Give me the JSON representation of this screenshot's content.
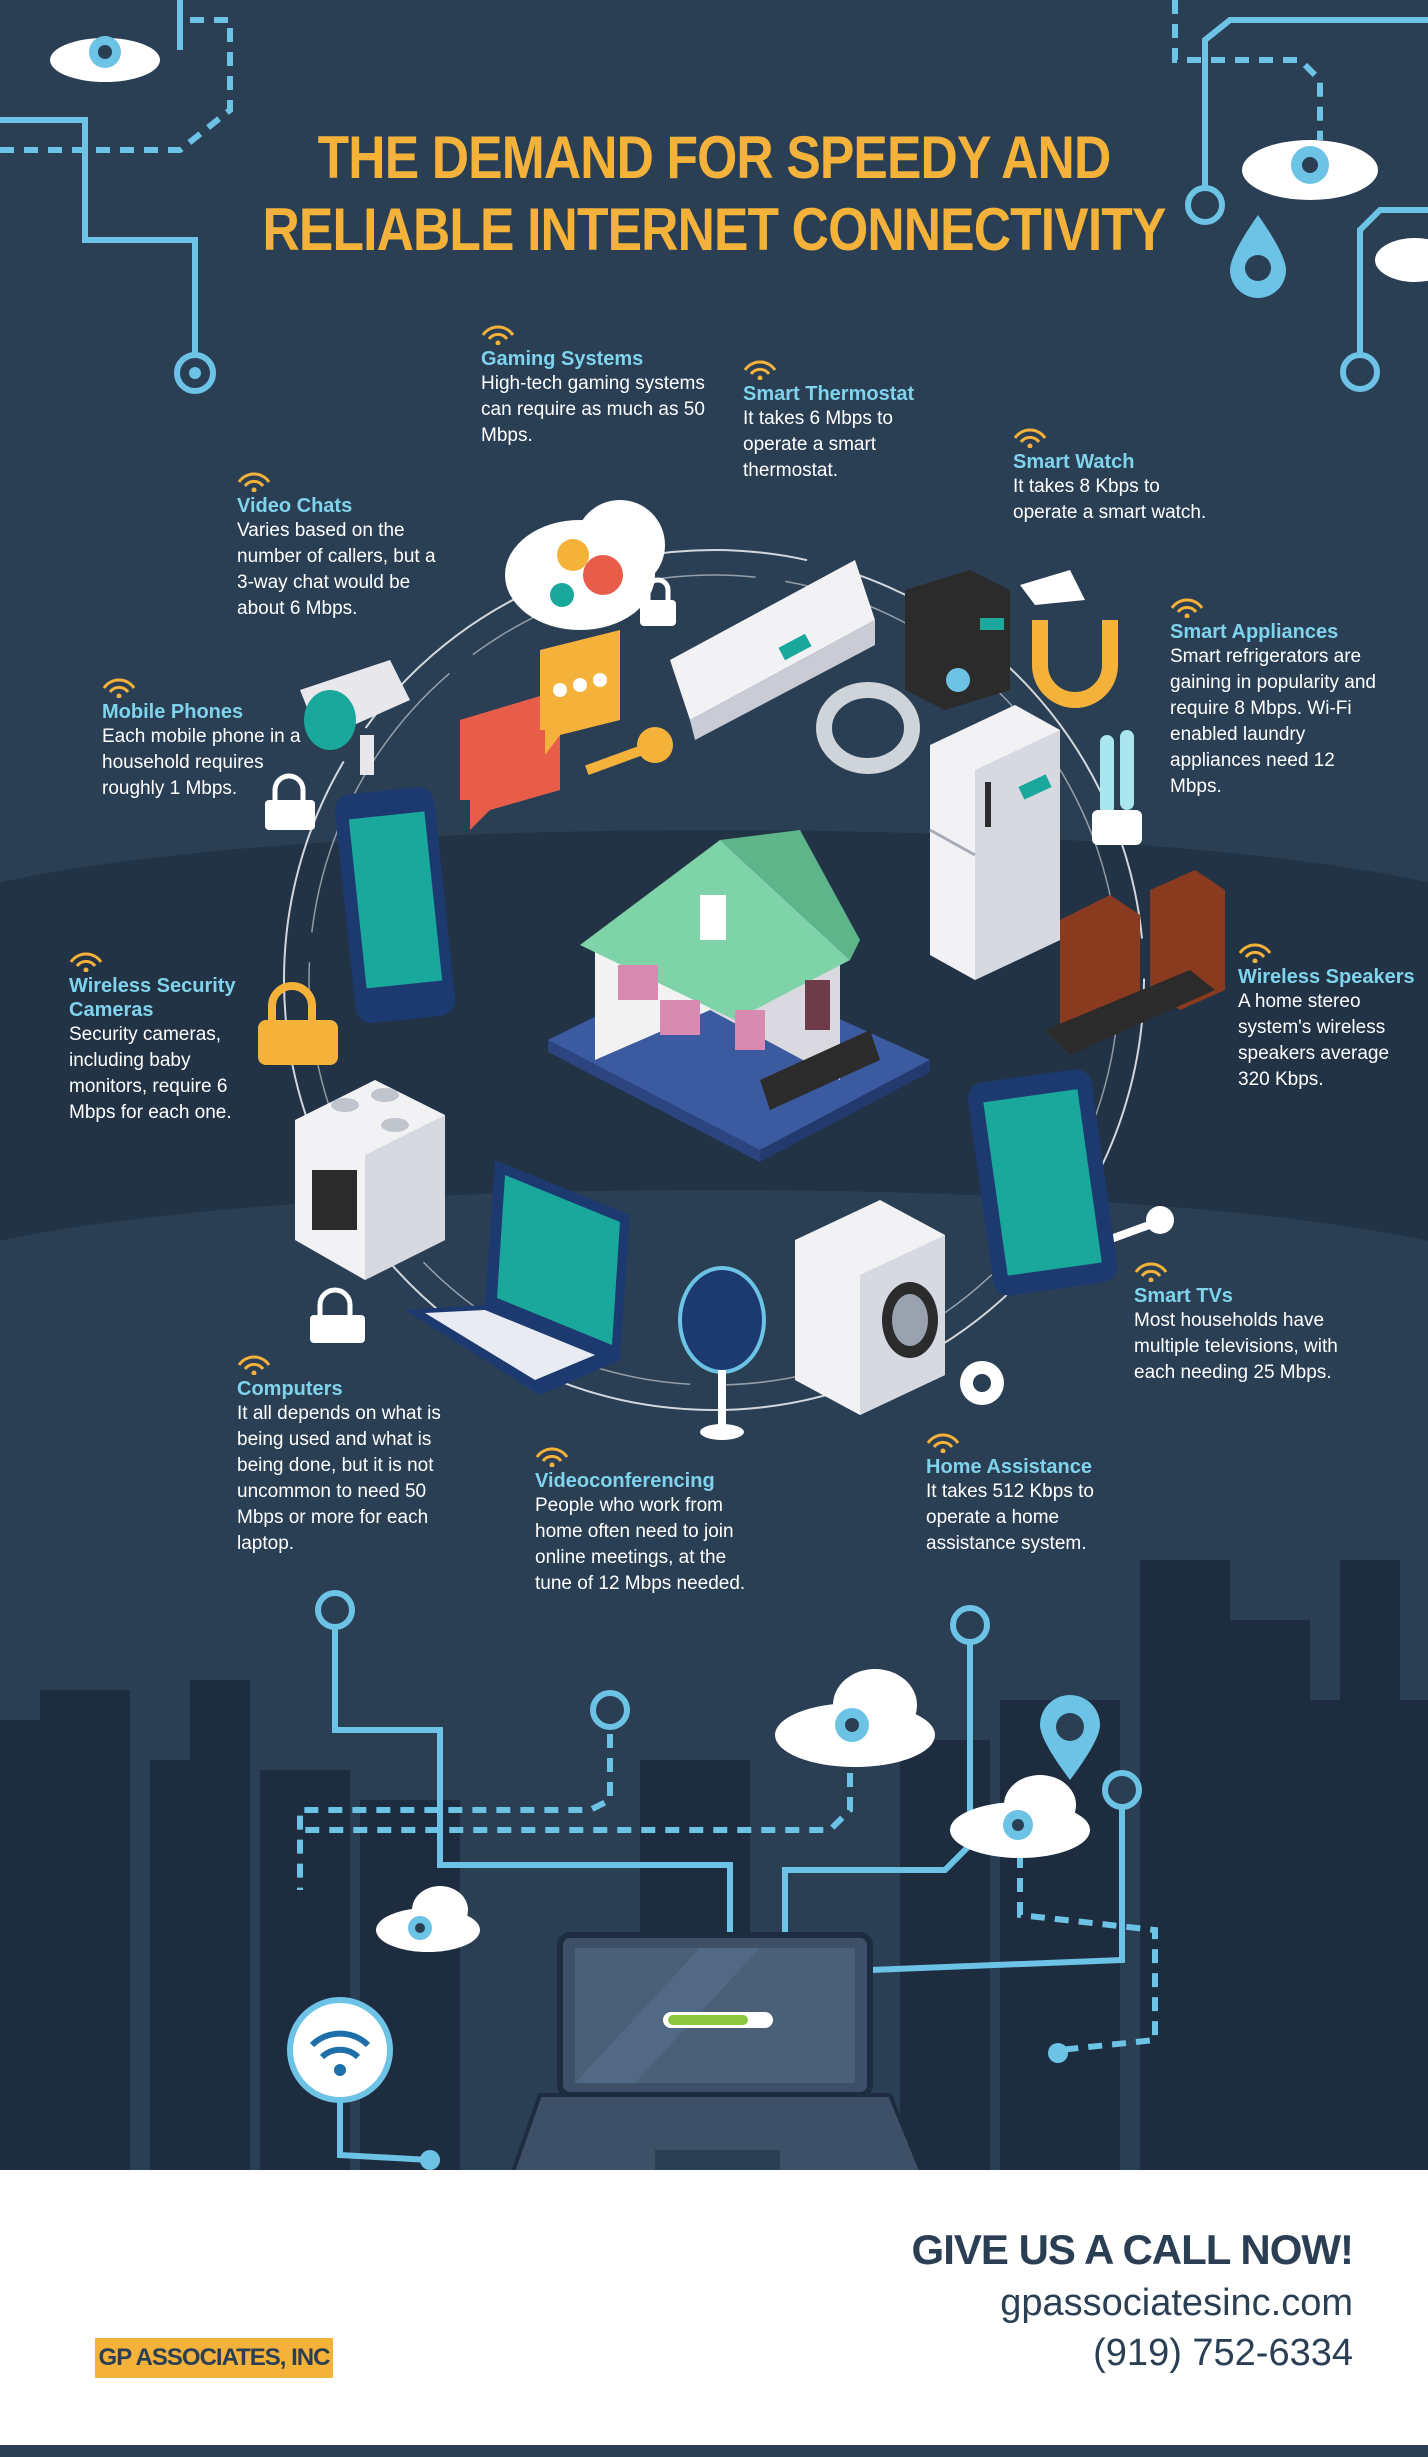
{
  "header": {
    "title_line1": "THE DEMAND FOR SPEEDY AND",
    "title_line2": "RELIABLE INTERNET CONNECTIVITY"
  },
  "colors": {
    "background": "#2b3f54",
    "accent": "#f4b23a",
    "heading_blue": "#7fd3ec",
    "teal": "#1aa79c",
    "line_blue": "#6cc3e6"
  },
  "devices": [
    {
      "title": "Gaming Systems",
      "body": "High-tech gaming systems can require as much as 50 Mbps."
    },
    {
      "title": "Smart Thermostat",
      "body": "It takes 6 Mbps to operate a smart thermostat."
    },
    {
      "title": "Smart Watch",
      "body": "It takes 8 Kbps to operate a smart watch."
    },
    {
      "title": "Video Chats",
      "body": "Varies based on the number of callers, but a 3-way chat would be about 6 Mbps."
    },
    {
      "title": "Smart Appliances",
      "body": "Smart refrigerators are gaining in popularity and require 8 Mbps. Wi-Fi enabled laundry appliances need 12 Mbps."
    },
    {
      "title": "Mobile Phones",
      "body": "Each mobile phone in a household requires roughly 1 Mbps."
    },
    {
      "title": "Wireless Speakers",
      "body": "A home stereo system's wireless speakers average 320 Kbps."
    },
    {
      "title": "Wireless Security Cameras",
      "body": "Security cameras, including baby monitors, require 6 Mbps for each one."
    },
    {
      "title": "Smart TVs",
      "body": "Most households have multiple televisions, with each needing 25 Mbps."
    },
    {
      "title": "Computers",
      "body": "It all depends on what is being used and what is being done, but it is not uncommon to need 50 Mbps or more for each laptop."
    },
    {
      "title": "Home Assistance",
      "body": "It takes 512 Kbps to operate a home assistance system."
    },
    {
      "title": "Videoconferencing",
      "body": "People who work from home often need to join online meetings, at the tune of 12 Mbps needed."
    }
  ],
  "footer": {
    "cta": "GIVE US A CALL NOW!",
    "website": "gpassociatesinc.com",
    "phone": "(919) 752-6334",
    "logo_text": "GP ASSOCIATES, INC"
  },
  "icons": [
    "wifi-icon",
    "cloud-icon",
    "gear-icon",
    "padlock-icon",
    "key-icon",
    "location-pin-icon",
    "house-icon",
    "laptop-icon"
  ]
}
